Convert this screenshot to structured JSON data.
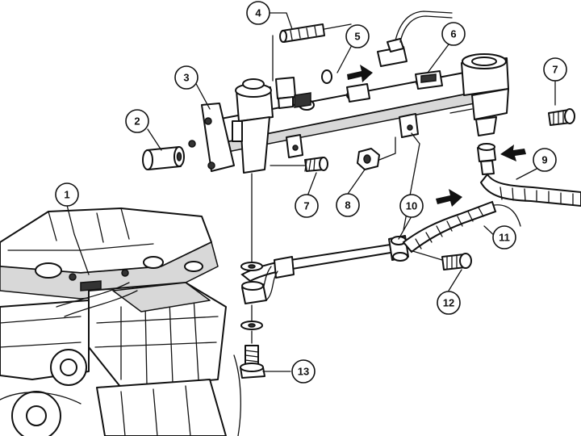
{
  "callouts": [
    {
      "id": "1",
      "label": "1"
    },
    {
      "id": "2",
      "label": "2"
    },
    {
      "id": "3",
      "label": "3"
    },
    {
      "id": "4",
      "label": "4"
    },
    {
      "id": "5",
      "label": "5"
    },
    {
      "id": "6",
      "label": "6"
    },
    {
      "id": "7a",
      "label": "7"
    },
    {
      "id": "7b",
      "label": "7"
    },
    {
      "id": "8",
      "label": "8"
    },
    {
      "id": "9",
      "label": "9"
    },
    {
      "id": "10",
      "label": "10"
    },
    {
      "id": "11",
      "label": "11"
    },
    {
      "id": "12",
      "label": "12"
    },
    {
      "id": "13",
      "label": "13"
    }
  ]
}
